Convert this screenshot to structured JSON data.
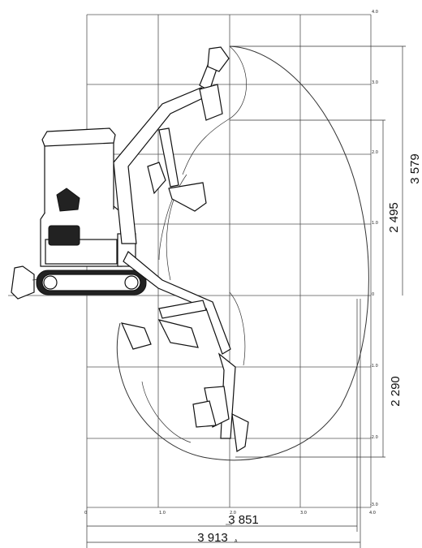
{
  "diagram": {
    "x_ticks": [
      "0",
      "1.0",
      "2.0",
      "3.0",
      "4.0"
    ],
    "y_ticks": [
      "4.0",
      "3.0",
      "2.0",
      "1.0",
      "0",
      "-1.0",
      "-2.0",
      "-3.0"
    ],
    "dimensions": {
      "max_dump_height": "2 495",
      "max_cutting_height": "3 579",
      "max_digging_depth": "2 290",
      "max_reach_ground": "3 851",
      "max_reach": "3 913"
    },
    "reach_suffix": "A",
    "colors": {
      "line": "#333333",
      "machine": "#111111"
    }
  }
}
